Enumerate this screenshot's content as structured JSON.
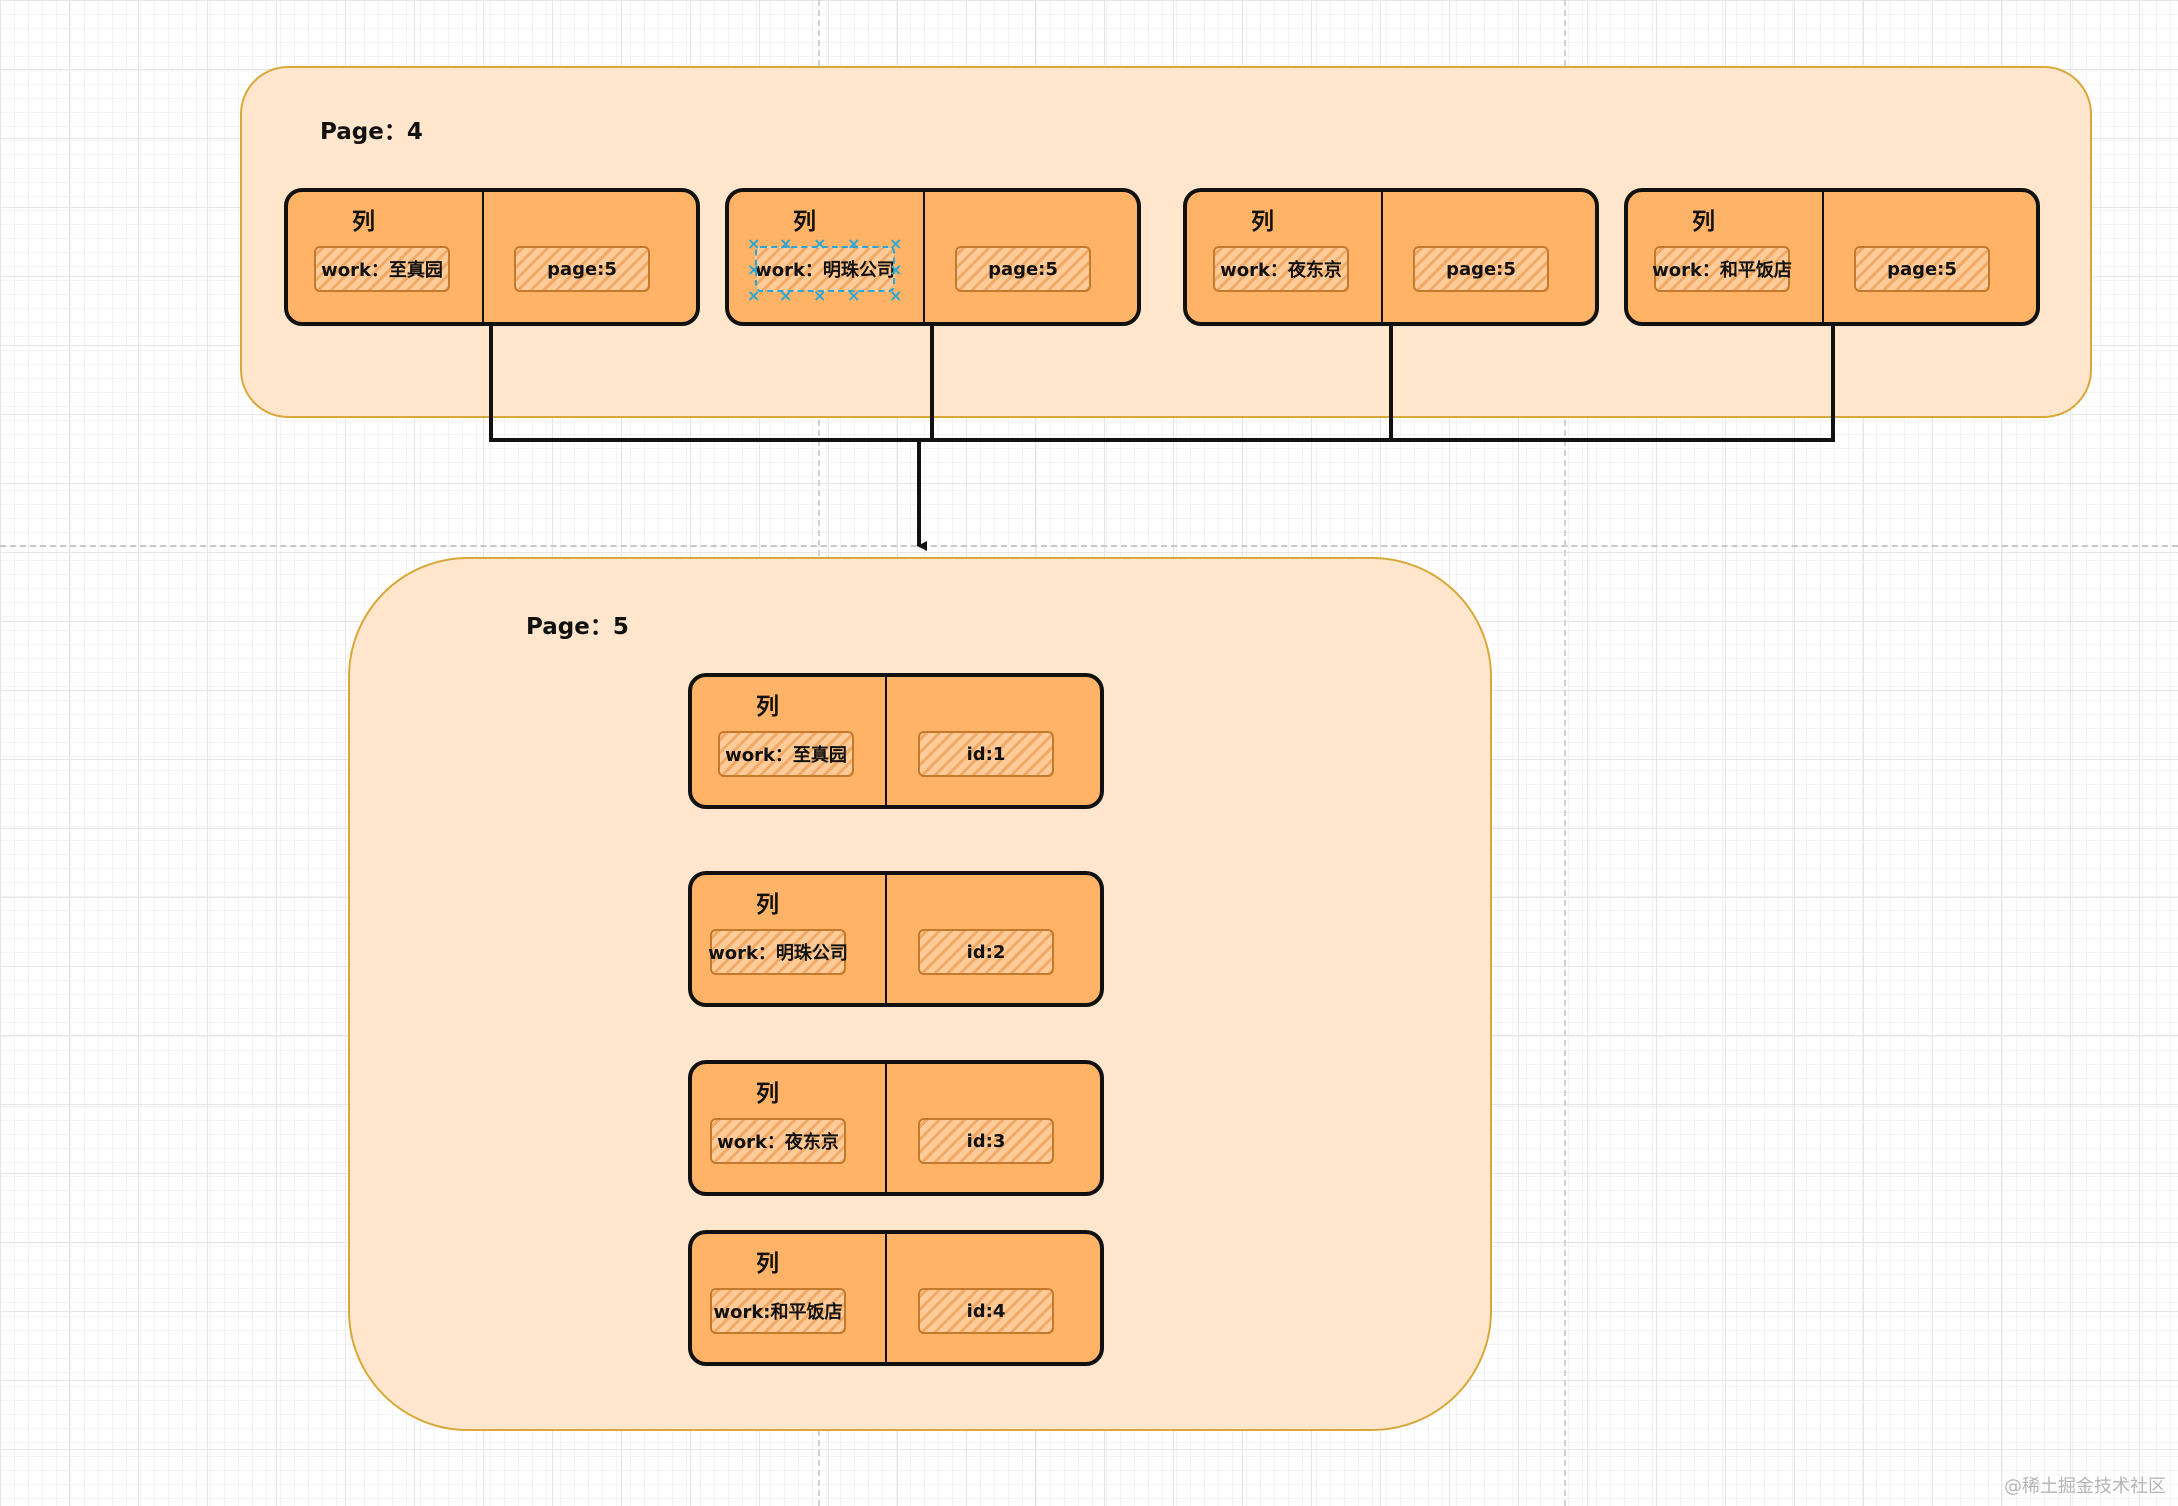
{
  "col_header": "列",
  "page4": {
    "title": "Page：4",
    "records": [
      {
        "work": "work：至真园",
        "link": "page:5"
      },
      {
        "work": "work：明珠公司",
        "link": "page:5"
      },
      {
        "work": "work：夜东京",
        "link": "page:5"
      },
      {
        "work": "work：和平饭店",
        "link": "page:5"
      }
    ]
  },
  "page5": {
    "title": "Page：5",
    "records": [
      {
        "work": "work：至真园",
        "id": "id:1"
      },
      {
        "work": "work：明珠公司",
        "id": "id:2"
      },
      {
        "work": "work：夜东京",
        "id": "id:3"
      },
      {
        "work": "work:和平饭店",
        "id": "id:4"
      }
    ]
  },
  "watermark": "@稀土掘金技术社区",
  "colors": {
    "container_fill": "#ffe6cc",
    "container_border": "#d8a93a",
    "record_fill": "#ffb366",
    "cell_fill": "#ffcc99",
    "selection": "#2aa6d6"
  }
}
